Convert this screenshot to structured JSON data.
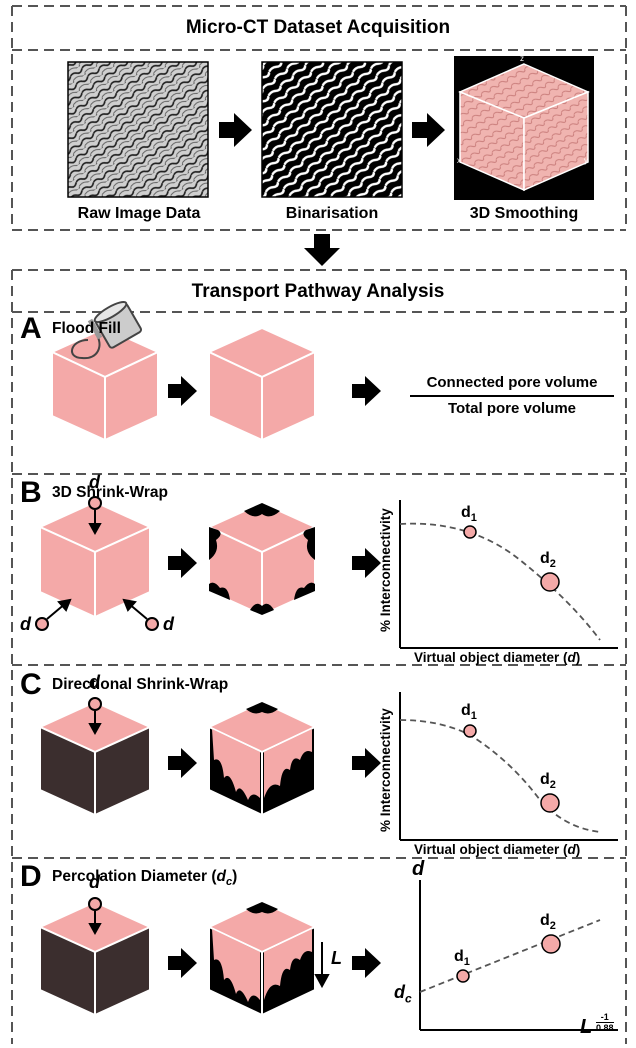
{
  "sections": {
    "acquisition_title": "Micro-CT Dataset Acquisition",
    "analysis_title": "Transport Pathway Analysis"
  },
  "acquisition": {
    "raw_caption": "Raw Image Data",
    "binarisation_caption": "Binarisation",
    "smoothing_caption": "3D Smoothing",
    "axis_z": "z",
    "axis_x": "x",
    "axis_y": "y"
  },
  "panels": {
    "a": {
      "letter": "A",
      "title": "Flood Fill",
      "numerator": "Connected pore volume",
      "denominator": "Total pore volume"
    },
    "b": {
      "letter": "B",
      "title": "3D Shrink-Wrap",
      "d": "d",
      "ylabel": "% Interconnectivity",
      "xlabel_prefix": "Virtual object diameter (",
      "xlabel_var": "d",
      "xlabel_suffix": ")",
      "p1_base": "d",
      "p1_sub": "1",
      "p2_base": "d",
      "p2_sub": "2"
    },
    "c": {
      "letter": "C",
      "title": "Directional Shrink-Wrap",
      "d": "d",
      "ylabel": "% Interconnectivity",
      "xlabel_prefix": "Virtual object diameter (",
      "xlabel_var": "d",
      "xlabel_suffix": ")",
      "p1_base": "d",
      "p1_sub": "1",
      "p2_base": "d",
      "p2_sub": "2"
    },
    "d": {
      "letter": "D",
      "title_prefix": "Percolation Diameter (",
      "title_var": "d",
      "title_sub": "c",
      "title_suffix": ")",
      "d": "d",
      "L": "L",
      "ylabel": "d",
      "dc_base": "d",
      "dc_sub": "c",
      "xlabel_base": "L",
      "xlabel_exp_num": "-1",
      "xlabel_exp_den": "0.88",
      "p1_base": "d",
      "p1_sub": "1",
      "p2_base": "d",
      "p2_sub": "2"
    }
  },
  "colors": {
    "pore_pink": "#f4a9a8",
    "solid_dark": "#3b2e2e",
    "dash_border": "#555555"
  }
}
